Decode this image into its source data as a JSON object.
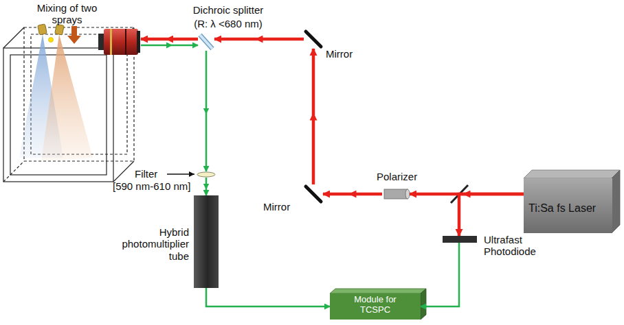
{
  "diagram": {
    "nodes": [
      {
        "text": [
          "Mixing of two sprays"
        ]
      },
      {
        "text": [
          "Dichroic splitter",
          "(R: λ <680 nm)"
        ]
      },
      {
        "text": [
          "Mirror"
        ]
      },
      {
        "text": [
          "Mirror"
        ]
      },
      {
        "text": [
          "Polarizer"
        ]
      },
      {
        "text": [
          "Ti:Sa fs Laser"
        ]
      },
      {
        "text": [
          "Ultrafast Photodiode"
        ]
      },
      {
        "text": [
          "Filter",
          "[590 nm-610 nm]"
        ]
      },
      {
        "text": [
          "Hybrid photomultiplier tube"
        ]
      },
      {
        "text": [
          "Module for TCSPC"
        ]
      }
    ],
    "edges": [
      {
        "from": 5,
        "to": 4,
        "arrow": "to"
      },
      {
        "from": 4,
        "to": 3,
        "arrow": "to"
      },
      {
        "from": 3,
        "to": 2,
        "arrow": "to"
      },
      {
        "from": 2,
        "to": 1,
        "arrow": "to"
      },
      {
        "from": 1,
        "to": 0,
        "arrow": "to"
      },
      {
        "from": 5,
        "to": 6,
        "arrow": "to"
      },
      {
        "from": 0,
        "to": 1,
        "arrow": "to"
      },
      {
        "from": 1,
        "to": 7,
        "arrow": "to"
      },
      {
        "from": 7,
        "to": 8,
        "arrow": "to"
      },
      {
        "from": 8,
        "to": 9,
        "arrow": "to"
      },
      {
        "from": 6,
        "to": 9,
        "arrow": "to"
      }
    ]
  }
}
